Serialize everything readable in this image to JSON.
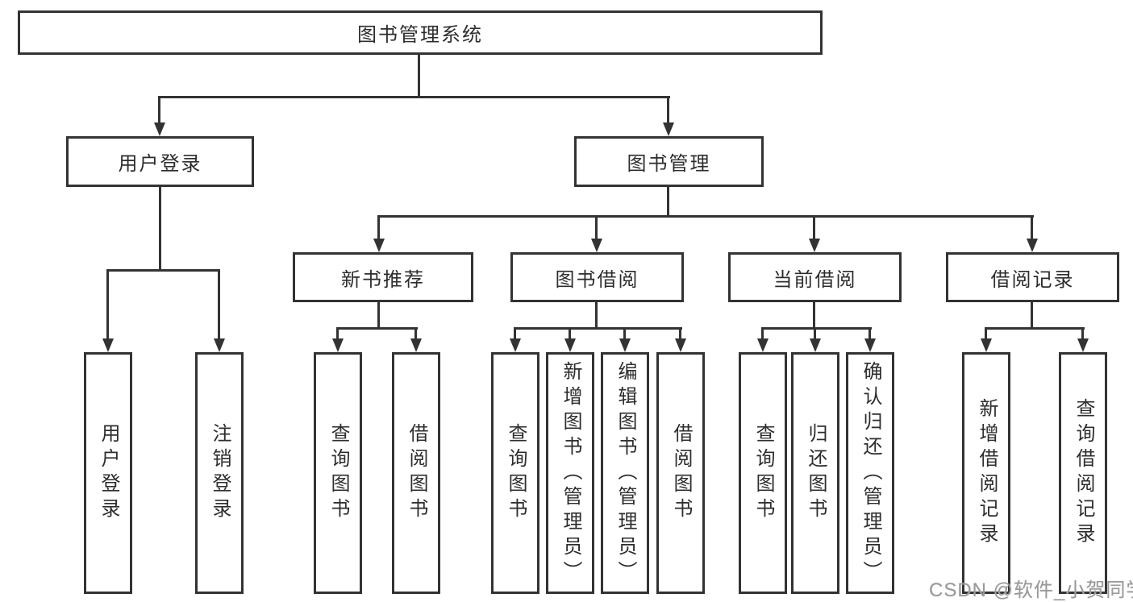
{
  "diagram": {
    "root": {
      "label": "图书管理系统"
    },
    "level2": [
      {
        "label": "用户登录"
      },
      {
        "label": "图书管理"
      }
    ],
    "level3": [
      {
        "label": "新书推荐"
      },
      {
        "label": "图书借阅"
      },
      {
        "label": "当前借阅"
      },
      {
        "label": "借阅记录"
      }
    ],
    "leaves": {
      "user_login": [
        {
          "label": "用户登录"
        },
        {
          "label": "注销登录"
        }
      ],
      "new_book": [
        {
          "label": "查询图书"
        },
        {
          "label": "借阅图书"
        }
      ],
      "book_borrow": [
        {
          "label": "查询图书"
        },
        {
          "label": "新增图书（管理员）"
        },
        {
          "label": "编辑图书（管理员）"
        },
        {
          "label": "借阅图书"
        }
      ],
      "current_borrow": [
        {
          "label": "查询图书"
        },
        {
          "label": "归还图书"
        },
        {
          "label": "确认归还（管理员）"
        }
      ],
      "borrow_record": [
        {
          "label": "新增借阅记录"
        },
        {
          "label": "查询借阅记录"
        }
      ]
    }
  },
  "watermark": {
    "text": "CSDN @软件_小贺同学"
  },
  "colors": {
    "line": "#333333",
    "box_border": "#333333",
    "box_background": "#ffffff",
    "text": "#2d2d2d",
    "watermark": "#9a9a9a",
    "background": "#ffffff"
  }
}
